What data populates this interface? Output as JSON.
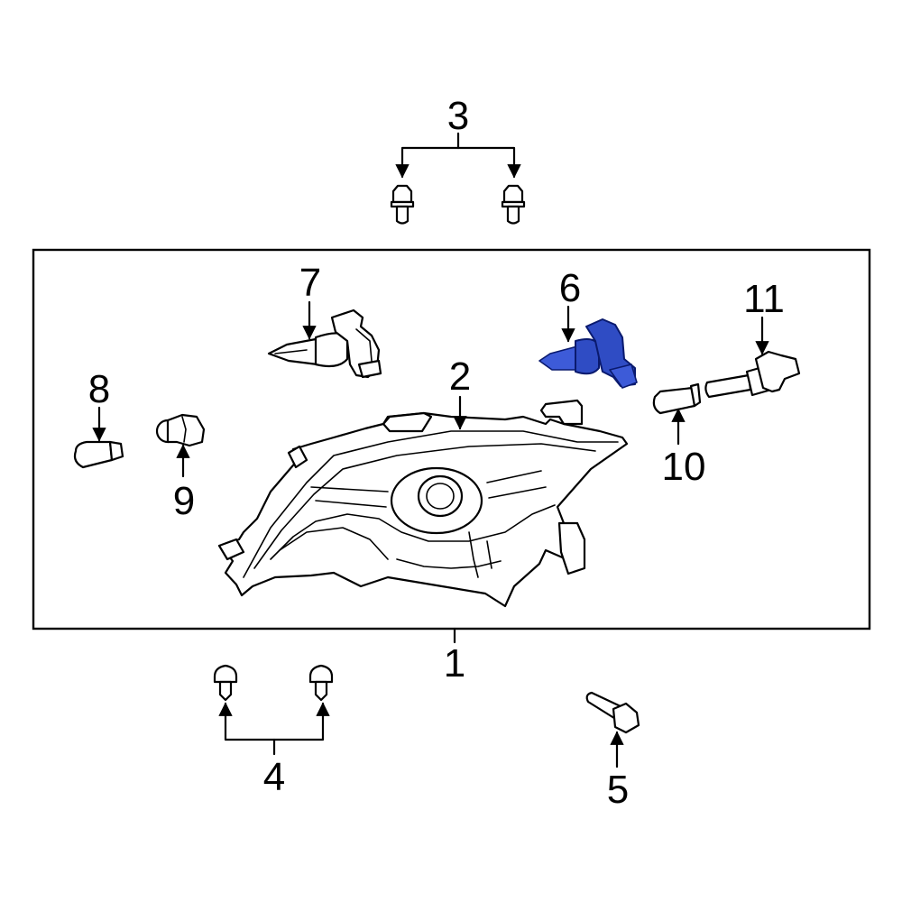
{
  "callouts": {
    "c1": "1",
    "c2": "2",
    "c3": "3",
    "c4": "4",
    "c5": "5",
    "c6": "6",
    "c7": "7",
    "c8": "8",
    "c9": "9",
    "c10": "10",
    "c11": "11"
  },
  "colors": {
    "highlight": "#2f4cc4",
    "line": "#000000",
    "background": "#ffffff"
  }
}
